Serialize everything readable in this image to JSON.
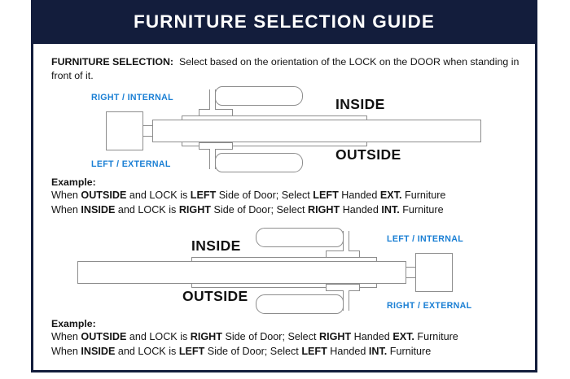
{
  "header": {
    "title": "FURNITURE SELECTION GUIDE",
    "background_color": "#131d3c",
    "text_color": "#ffffff"
  },
  "colors": {
    "frame": "#131d3c",
    "blue_label": "#1a7fd4",
    "line": "#8d8d8d",
    "text": "#141414",
    "page_background": "#ffffff"
  },
  "intro": {
    "lead": "FURNITURE SELECTION:",
    "body": "Select based on the orientation of the LOCK on the DOOR when standing in front of it."
  },
  "diagram_one": {
    "name": "lock-on-left-diagram",
    "lock_position": "left",
    "handle_direction": "right",
    "label_top_left": "RIGHT / INTERNAL",
    "label_bottom_left": "LEFT / EXTERNAL",
    "label_inside": "INSIDE",
    "label_outside": "OUTSIDE"
  },
  "diagram_two": {
    "name": "lock-on-right-diagram",
    "lock_position": "right",
    "handle_direction": "left",
    "label_top_right": "LEFT / INTERNAL",
    "label_bottom_right": "RIGHT / EXTERNAL",
    "label_inside": "INSIDE",
    "label_outside": "OUTSIDE"
  },
  "example_one": {
    "heading": "Example:",
    "lines": [
      {
        "prefix": "When ",
        "b1": "OUTSIDE",
        "mid1": " and LOCK is ",
        "b2": "LEFT",
        "mid2": " Side of Door;   Select ",
        "b3": "LEFT",
        "mid3": " Handed ",
        "b4": "EXT.",
        "suffix": " Furniture"
      },
      {
        "prefix": "When ",
        "b1": "INSIDE",
        "mid1": " and LOCK is ",
        "b2": "RIGHT",
        "mid2": " Side of Door;  Select ",
        "b3": "RIGHT",
        "mid3": " Handed ",
        "b4": "INT.",
        "suffix": " Furniture"
      }
    ]
  },
  "example_two": {
    "heading": "Example:",
    "lines": [
      {
        "prefix": "When ",
        "b1": "OUTSIDE",
        "mid1": " and LOCK is ",
        "b2": "RIGHT",
        "mid2": " Side of Door;   Select ",
        "b3": "RIGHT",
        "mid3": " Handed ",
        "b4": "EXT.",
        "suffix": " Furniture"
      },
      {
        "prefix": "When ",
        "b1": "INSIDE",
        "mid1": " and LOCK is ",
        "b2": "LEFT",
        "mid2": " Side of Door;  Select ",
        "b3": "LEFT",
        "mid3": " Handed ",
        "b4": "INT.",
        "suffix": " Furniture"
      }
    ]
  }
}
